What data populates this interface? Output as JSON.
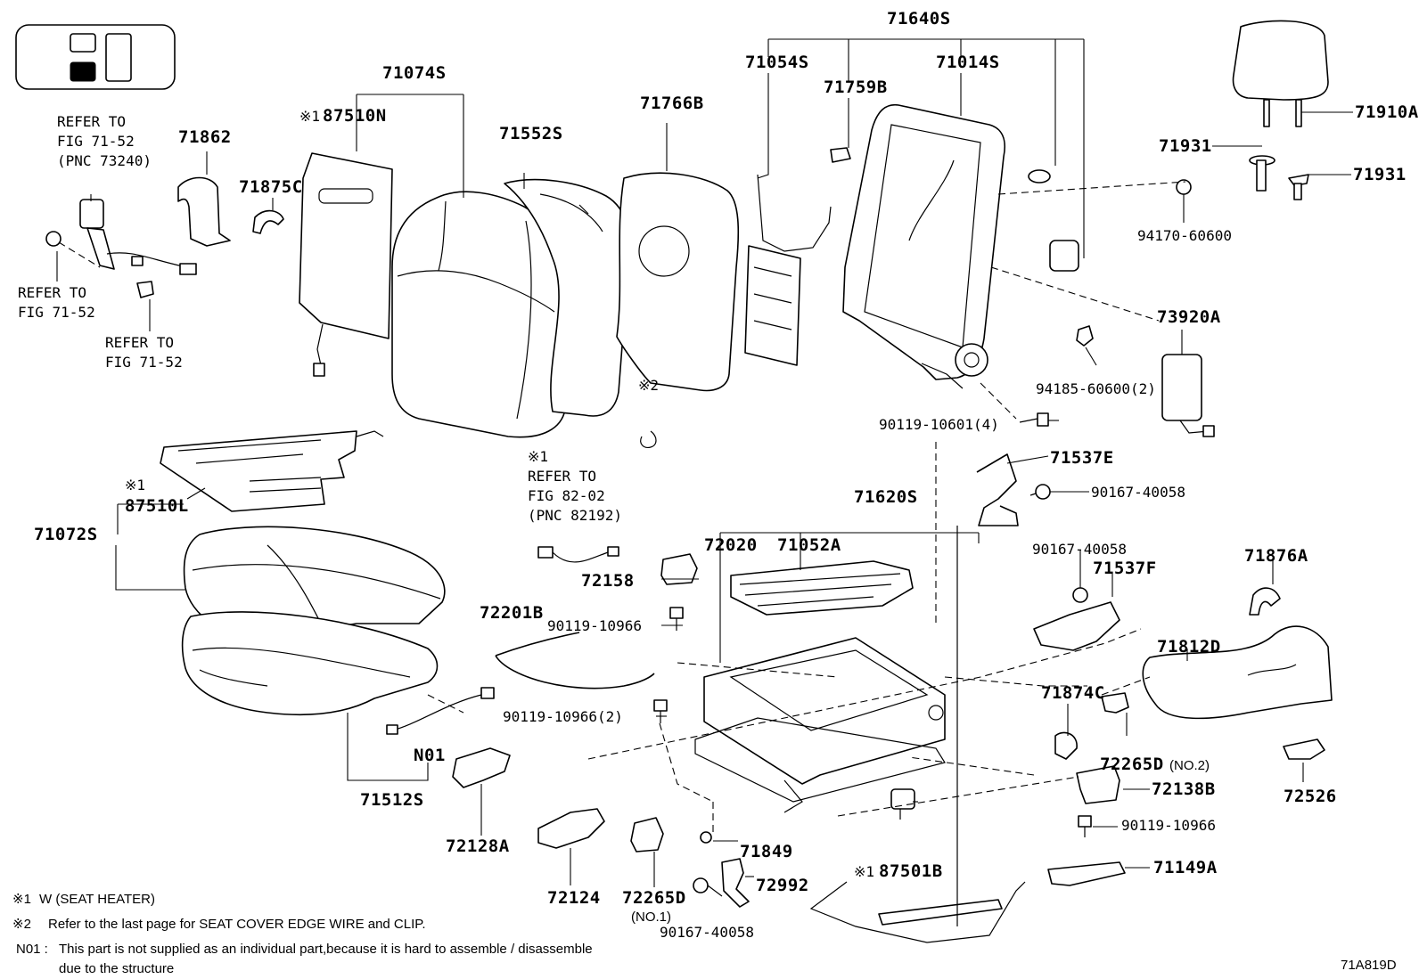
{
  "diagram_id": "71A819D",
  "labels": {
    "l71640S": "71640S",
    "l71074S": "71074S",
    "l71054S": "71054S",
    "l71014S": "71014S",
    "l71759B": "71759B",
    "l71766B": "71766B",
    "l71552S": "71552S",
    "l87510N": "87510N",
    "l71862": "71862",
    "l71875C": "71875C",
    "l71910A": "71910A",
    "l71931a": "71931",
    "l71931b": "71931",
    "l94170": "94170-60600",
    "l73920A": "73920A",
    "l94185": "94185-60600(2)",
    "l90119_10601": "90119-10601(4)",
    "l71537E": "71537E",
    "l90167_a": "90167-40058",
    "l71620S": "71620S",
    "l87510L": "87510L",
    "l71072S": "71072S",
    "l72020": "72020",
    "l71052A": "71052A",
    "l90167_b": "90167-40058",
    "l71537F": "71537F",
    "l71876A": "71876A",
    "l72158": "72158",
    "l72201B": "72201B",
    "l90119_10966a": "90119-10966",
    "l71812D": "71812D",
    "l71874C": "71874C",
    "l90119_10966_2": "90119-10966(2)",
    "l72265D_2": "72265D",
    "l72265D_2_no": "(NO.2)",
    "l72138B": "72138B",
    "l72526": "72526",
    "lN01": "N01",
    "l71512S": "71512S",
    "l90119_10966b": "90119-10966",
    "l72128A": "72128A",
    "l71849": "71849",
    "l87501B": "87501B",
    "l71149A": "71149A",
    "l72124": "72124",
    "l72265D_1": "72265D",
    "l72265D_1_no": "(NO.1)",
    "l72992": "72992",
    "l90167_c": "90167-40058"
  },
  "refs": {
    "belt_line1": "REFER TO",
    "belt_line2": "FIG 71-52",
    "belt_line3": "(PNC 73240)",
    "left_line1": "REFER TO",
    "left_line2": "FIG 71-52",
    "bottom_line1": "REFER TO",
    "bottom_line2": "FIG 71-52",
    "heater_mark": "※1",
    "heater_line1": "REFER TO",
    "heater_line2": "FIG 82-02",
    "heater_line3": "(PNC 82192)"
  },
  "marks": {
    "m87510N": "※1",
    "m87510L": "※1",
    "m87501B": "※1",
    "m2": "※2"
  },
  "notes": {
    "n1_mark": "※1",
    "n1_text": "W (SEAT HEATER)",
    "n2_mark": "※2",
    "n2_text": "Refer to the last page for SEAT COVER EDGE WIRE and CLIP.",
    "n3_mark": "N01 :",
    "n3_text": "This part is not supplied as an individual part,because it is hard to assemble / disassemble",
    "n3_text2": "due to the structure"
  }
}
